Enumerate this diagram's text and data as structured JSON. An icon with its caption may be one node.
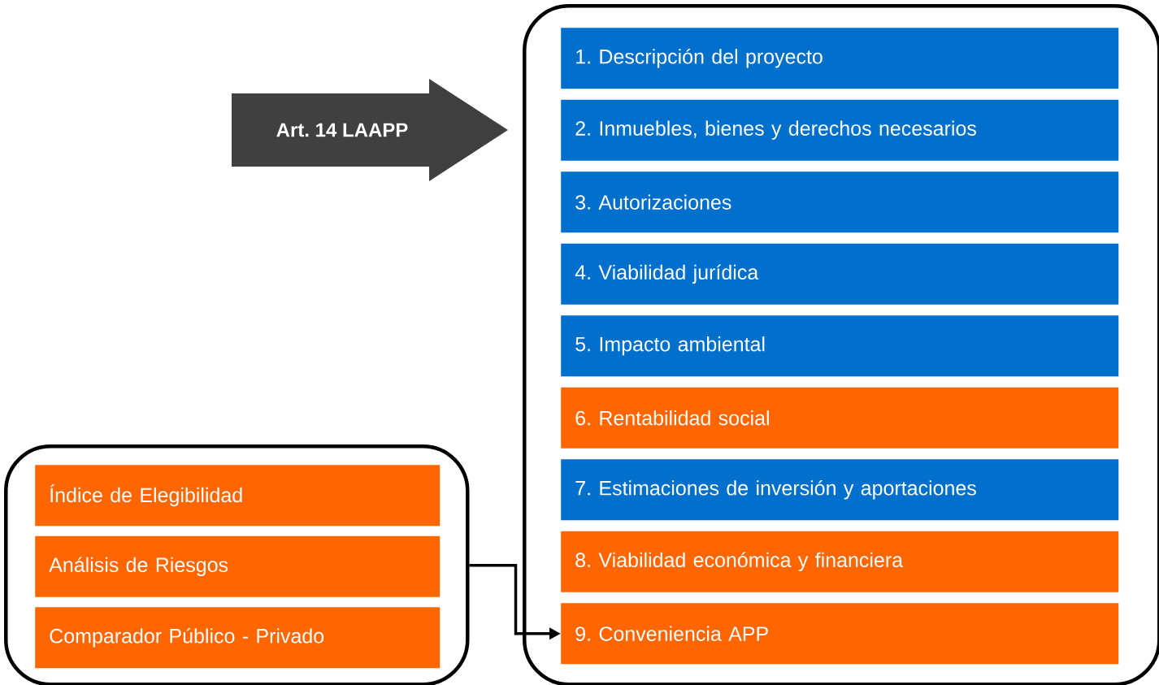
{
  "diagram": {
    "nodes": [
      {
        "text": [],
        "shape": "box"
      },
      {
        "text": [
          "1. Descripción del proyecto"
        ],
        "in": 0
      },
      {
        "text": [
          "2. Inmuebles, bienes y derechos necesarios"
        ],
        "in": 0
      },
      {
        "text": [
          "3. Autorizaciones"
        ],
        "in": 0
      },
      {
        "text": [
          "4. Viabilidad jurídica"
        ],
        "in": 0
      },
      {
        "text": [
          "5. Impacto ambiental"
        ],
        "in": 0
      },
      {
        "text": [
          "6. Rentabilidad social"
        ],
        "in": 0
      },
      {
        "text": [
          "7. Estimaciones de inversión y aportaciones"
        ],
        "in": 0
      },
      {
        "text": [
          "8. Viabilidad económica y financiera"
        ],
        "in": 0
      },
      {
        "text": [
          "9. Conveniencia APP"
        ],
        "in": 0
      },
      {
        "text": [],
        "shape": "box"
      },
      {
        "text": [
          "Índice de Elegibilidad"
        ],
        "in": 10
      },
      {
        "text": [
          "Análisis de Riesgos"
        ],
        "in": 10
      },
      {
        "text": [
          "Comparador Público - Privado"
        ],
        "in": 10
      },
      {
        "text": [
          "Art. 14 LAAPP"
        ]
      }
    ],
    "edges": [
      {
        "from": 10,
        "to": 9,
        "arrow": "to"
      }
    ]
  }
}
